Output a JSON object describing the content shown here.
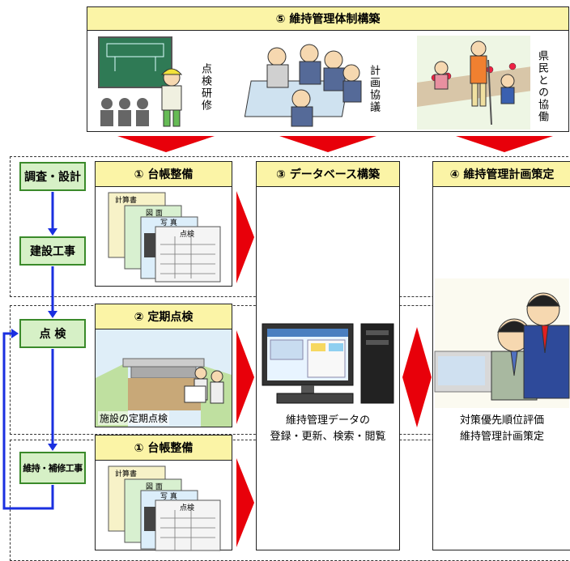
{
  "top_banner": {
    "title": "⑤ 維持管理体制構築",
    "labels": [
      "点検研修",
      "計画協議",
      "県民との協働"
    ]
  },
  "left_steps": [
    "調査・設計",
    "建設工事",
    "点 検",
    "維持・補修工事"
  ],
  "columns": {
    "ledger_top": "① 台帳整備",
    "inspection": "② 定期点検",
    "ledger_bottom": "① 台帳整備",
    "database": "③ データベース構築",
    "plan": "④ 維持管理計画策定"
  },
  "inspection_caption": "施設の定期点検",
  "database_caption": [
    "維持管理データの",
    "登録・更新、検索・閲覧"
  ],
  "plan_caption": [
    "対策優先順位評価",
    "維持管理計画策定"
  ],
  "document_labels": {
    "sheet1": "計算書",
    "sheet2": "図 面",
    "sheet3": "写 真",
    "sheet4": "点検"
  },
  "colors": {
    "banner_fill": "#fbf4a6",
    "step_fill": "#d6f0c6",
    "step_border": "#3a8a2a",
    "arrow_red": "#e8000a",
    "flow_blue": "#1a2fe0"
  }
}
